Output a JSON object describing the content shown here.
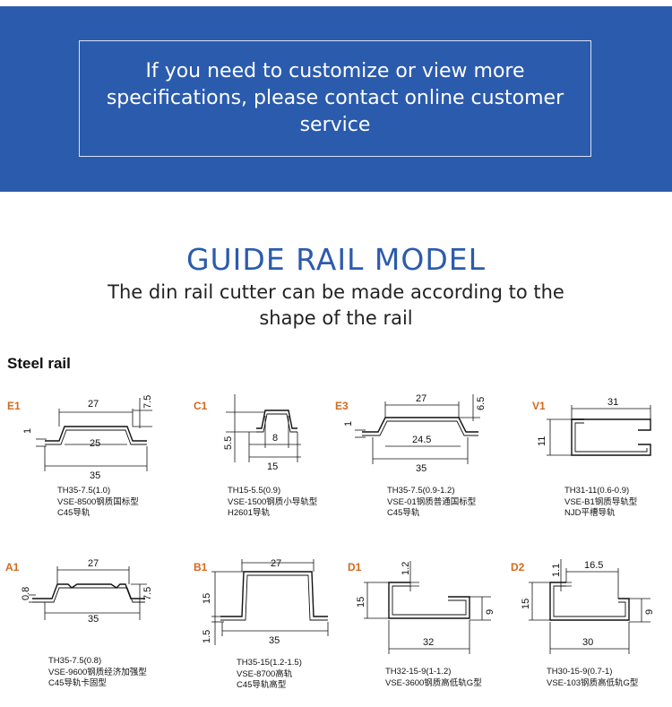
{
  "banner": {
    "text": "If you need to customize or view more specifications, please contact online customer service"
  },
  "heading": {
    "title": "GUIDE RAIL MODEL",
    "subtitle": "The din rail cutter can be made according to the shape of the rail"
  },
  "section_label": "Steel rail",
  "rails": [
    {
      "code": "E1",
      "dims": [
        "27",
        "7.5",
        "1",
        "25",
        "35"
      ],
      "caption": [
        "TH35-7.5(1.0)",
        "VSE-8500钢质国标型",
        "C45导轨"
      ]
    },
    {
      "code": "C1",
      "dims": [
        "5.5",
        "8",
        "15"
      ],
      "caption": [
        "TH15-5.5(0.9)",
        "VSE-1500钢质小导轨型",
        "H2601导轨"
      ]
    },
    {
      "code": "E3",
      "dims": [
        "27",
        "6.5",
        "1",
        "24.5",
        "35"
      ],
      "caption": [
        "TH35-7.5(0.9-1.2)",
        "VSE-01钢质普通国标型",
        "C45导轨"
      ]
    },
    {
      "code": "V1",
      "dims": [
        "31",
        "11"
      ],
      "caption": [
        "TH31-11(0.6-0.9)",
        "VSE-B1钢质导轨型",
        "NJD平槽导轨"
      ]
    },
    {
      "code": "A1",
      "dims": [
        "27",
        "0.8",
        "7.5",
        "35"
      ],
      "caption": [
        "TH35-7.5(0.8)",
        "VSE-9600钢质经济加强型",
        "C45导轨卡固型"
      ]
    },
    {
      "code": "B1",
      "dims": [
        "27",
        "15",
        "1.5",
        "35"
      ],
      "caption": [
        "TH35-15(1.2-1.5)",
        "VSE-8700高轨",
        "C45导轨高型"
      ]
    },
    {
      "code": "D1",
      "dims": [
        "1.2",
        "15",
        "9",
        "32"
      ],
      "caption": [
        "TH32-15-9(1-1.2)",
        "VSE-3600钢质高低轨G型"
      ]
    },
    {
      "code": "D2",
      "dims": [
        "1.1",
        "16.5",
        "15",
        "9",
        "30"
      ],
      "caption": [
        "TH30-15-9(0.7-1)",
        "VSE-103钢质高低轨G型"
      ]
    }
  ]
}
